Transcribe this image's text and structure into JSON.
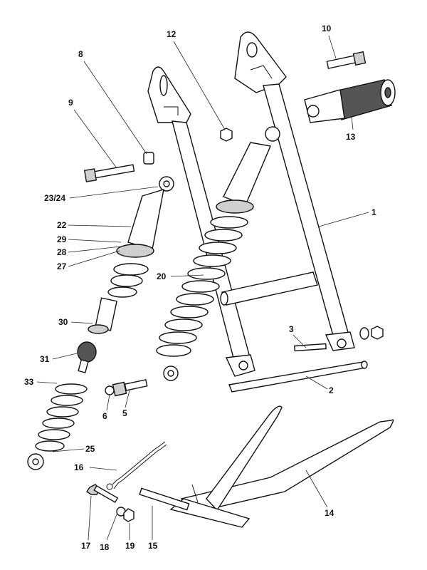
{
  "callouts": [
    {
      "id": "c1",
      "text": "1"
    },
    {
      "id": "c2",
      "text": "2"
    },
    {
      "id": "c3",
      "text": "3"
    },
    {
      "id": "c5",
      "text": "5"
    },
    {
      "id": "c6",
      "text": "6"
    },
    {
      "id": "c8",
      "text": "8"
    },
    {
      "id": "c9",
      "text": "9"
    },
    {
      "id": "c10",
      "text": "10"
    },
    {
      "id": "c12",
      "text": "12"
    },
    {
      "id": "c13",
      "text": "13"
    },
    {
      "id": "c14",
      "text": "14"
    },
    {
      "id": "c15",
      "text": "15"
    },
    {
      "id": "c16",
      "text": "16"
    },
    {
      "id": "c17",
      "text": "17"
    },
    {
      "id": "c18",
      "text": "18"
    },
    {
      "id": "c19",
      "text": "19"
    },
    {
      "id": "c20",
      "text": "20"
    },
    {
      "id": "c22",
      "text": "22"
    },
    {
      "id": "c23_24",
      "text": "23/24"
    },
    {
      "id": "c25",
      "text": "25"
    },
    {
      "id": "c27",
      "text": "27"
    },
    {
      "id": "c28",
      "text": "28"
    },
    {
      "id": "c29",
      "text": "29"
    },
    {
      "id": "c30",
      "text": "30"
    },
    {
      "id": "c31",
      "text": "31"
    },
    {
      "id": "c33",
      "text": "33"
    }
  ]
}
